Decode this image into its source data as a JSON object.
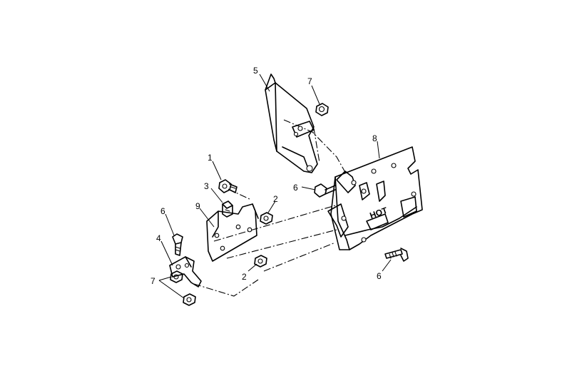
{
  "callouts": [
    {
      "id": "c1",
      "label": "1"
    },
    {
      "id": "c2a",
      "label": "2"
    },
    {
      "id": "c2b",
      "label": "2"
    },
    {
      "id": "c3",
      "label": "3"
    },
    {
      "id": "c4",
      "label": "4"
    },
    {
      "id": "c5",
      "label": "5"
    },
    {
      "id": "c6a",
      "label": "6"
    },
    {
      "id": "c6b",
      "label": "6"
    },
    {
      "id": "c6c",
      "label": "6"
    },
    {
      "id": "c7a",
      "label": "7"
    },
    {
      "id": "c7b",
      "label": "7"
    },
    {
      "id": "c8",
      "label": "8"
    },
    {
      "id": "c9",
      "label": "9"
    }
  ],
  "bracket_stamp": "HOT"
}
